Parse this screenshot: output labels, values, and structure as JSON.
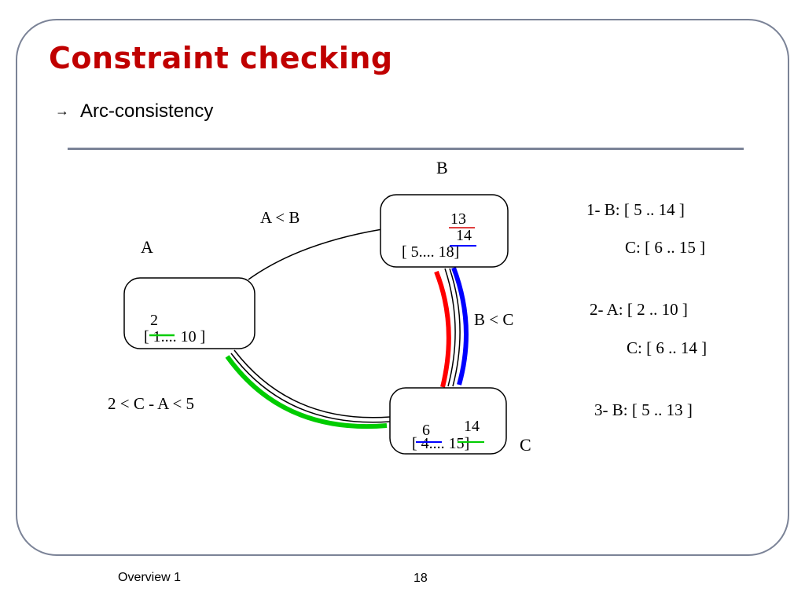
{
  "slide": {
    "title": "Constraint checking",
    "bullet_arrow": "→",
    "bullet": "Arc-consistency"
  },
  "diagram": {
    "nodes": {
      "A": {
        "label": "A",
        "domain": "[ 1.... 10 ]",
        "pruned": "2"
      },
      "B": {
        "label": "B",
        "domain": "[ 5.... 18]",
        "pruned_1": "13",
        "pruned_2": "14"
      },
      "C": {
        "label": "C",
        "domain": "[ 4.... 15]",
        "pruned_low": "6",
        "pruned_high": "14"
      }
    },
    "edges": {
      "ab": "A < B",
      "bc": "B < C",
      "ac": "2 < C - A < 5"
    },
    "colors": {
      "red": "#ff0000",
      "blue": "#0000ff",
      "green": "#00cc00",
      "frame": "#7b8397",
      "title": "#c00000"
    }
  },
  "steps": [
    {
      "line1": "1- B: [ 5 .. 14 ]",
      "line2": "C:  [ 6 .. 15 ]"
    },
    {
      "line1": "2- A: [ 2 .. 10 ]",
      "line2": "C: [ 6 .. 14 ]"
    },
    {
      "line1": "3- B: [ 5 .. 13 ]",
      "line2": ""
    }
  ],
  "footer": {
    "left": "Overview 1",
    "page": "18"
  }
}
